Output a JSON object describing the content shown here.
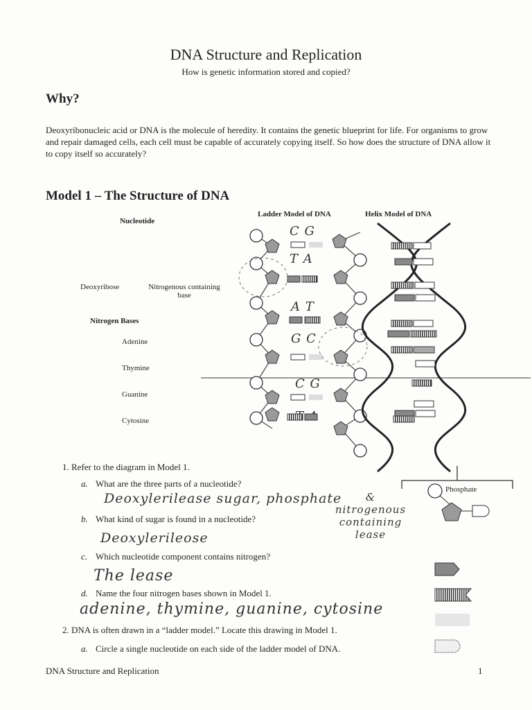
{
  "header": {
    "title": "DNA Structure and Replication",
    "subtitle": "How is genetic information stored and copied?"
  },
  "why": {
    "heading": "Why?",
    "body": "Deoxyribonucleic acid or DNA is the molecule of heredity. It contains the genetic blueprint for life. For organisms to grow and repair damaged cells, each cell must be capable of accurately copying itself. So how does the structure of DNA allow it to copy itself so accurately?"
  },
  "model1": {
    "heading": "Model 1 – The Structure of DNA",
    "nucleotide_label": "Nucleotide",
    "deoxyribose_label": "Deoxyribose",
    "nitrogenous_label": "Nitrogenous containing base",
    "nitrogen_bases_label": "Nitrogen Bases",
    "bases": [
      "Adenine",
      "Thymine",
      "Guanine",
      "Cytosine"
    ],
    "phosphate_label": "Phosphate",
    "ladder_title": "Ladder Model of DNA",
    "helix_title": "Helix Model of DNA",
    "ladder_pairs": [
      "C G",
      "T A",
      "A T",
      "G C",
      "C G",
      "T A"
    ]
  },
  "questions": {
    "q1": "1.  Refer to the diagram in Model 1.",
    "q1a": "What are the three parts of a nucleotide?",
    "q1a_answer": "Deoxylerilease sugar, phosphate",
    "q1a_answer_extra": "& nitrogenous containing lease",
    "q1b": "What kind of sugar is found in a nucleotide?",
    "q1b_answer": "Deoxylerileose",
    "q1c": "Which nucleotide component contains nitrogen?",
    "q1c_answer": "The lease",
    "q1d": "Name the four nitrogen bases shown in Model 1.",
    "q1d_answer": "adenine, thymine, guanine, cytosine",
    "q2": "2.  DNA is often drawn in a “ladder model.” Locate this drawing in Model 1.",
    "q2a": "Circle a single nucleotide on each side of the ladder model of DNA.",
    "letters": [
      "a.",
      "b.",
      "c.",
      "d.",
      "a."
    ]
  },
  "footer": {
    "left": "DNA Structure and Replication",
    "page": "1"
  }
}
